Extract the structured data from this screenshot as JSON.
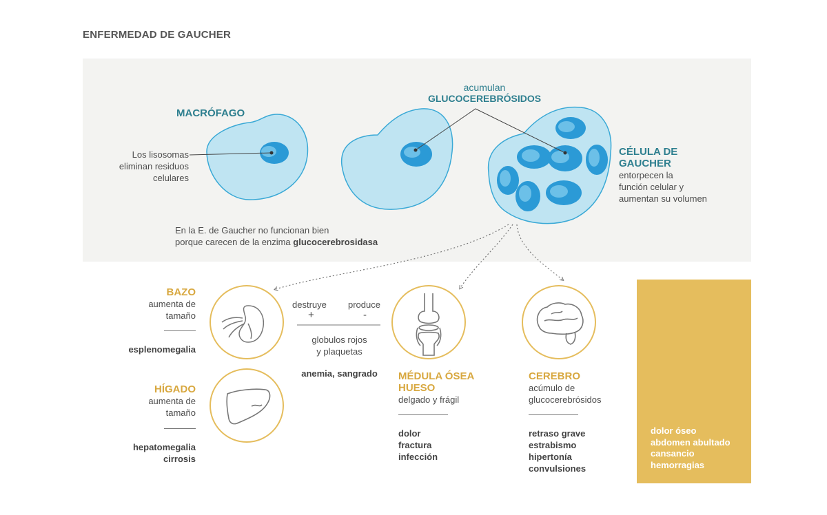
{
  "title": "ENFERMEDAD DE GAUCHER",
  "colors": {
    "panel_bg": "#f3f3f1",
    "cell_fill": "#bfe4f2",
    "cell_stroke": "#3aa9d6",
    "nucleus": "#2b9ad6",
    "nucleus_inner": "#6cc0e8",
    "teal_heading": "#2e7f8f",
    "gold_heading": "#d8a840",
    "symptom_box": "#e5bd5d"
  },
  "top": {
    "macrofago_label": "MACRÓFAGO",
    "lisosomas_text": [
      "Los lisosomas",
      "eliminan residuos",
      "celulares"
    ],
    "acumulan_label": "acumulan",
    "glucocerebrosidos_label": "GLUCOCEREBRÓSIDOS",
    "celula_label": [
      "CÉLULA DE",
      "GAUCHER"
    ],
    "celula_text": [
      "entorpecen la",
      "función celular y",
      "aumentan su volumen"
    ],
    "enzima_text_1": "En la E. de Gaucher no funcionan bien",
    "enzima_text_2": "porque carecen de la enzima ",
    "enzima_name": "glucocerebrosidasa"
  },
  "bazo": {
    "title": "BAZO",
    "desc": [
      "aumenta de",
      "tamaño"
    ],
    "result": "esplenomegalia"
  },
  "higado": {
    "title": "HÍGADO",
    "desc": [
      "aumenta de",
      "tamaño"
    ],
    "result": [
      "hepatomegalia",
      "cirrosis"
    ]
  },
  "sangre": {
    "destruye": "destruye",
    "plus": "+",
    "produce": "produce",
    "minus": "-",
    "cells": [
      "globulos rojos",
      "y plaquetas"
    ],
    "result": "anemia, sangrado"
  },
  "medula": {
    "title": [
      "MÉDULA ÓSEA",
      "HUESO"
    ],
    "desc": "delgado y frágil",
    "results": [
      "dolor",
      "fractura",
      "infección"
    ]
  },
  "cerebro": {
    "title": "CEREBRO",
    "desc": [
      "acúmulo de",
      "glucocerebrósidos"
    ],
    "results": [
      "retraso grave",
      "estrabismo",
      "hipertonía",
      "convulsiones"
    ]
  },
  "symptoms": [
    "dolor óseo",
    "abdomen abultado",
    "cansancio",
    "hemorragias"
  ],
  "icons": [
    "kidney-spleen-icon",
    "liver-icon",
    "knee-bone-icon",
    "brain-icon"
  ]
}
